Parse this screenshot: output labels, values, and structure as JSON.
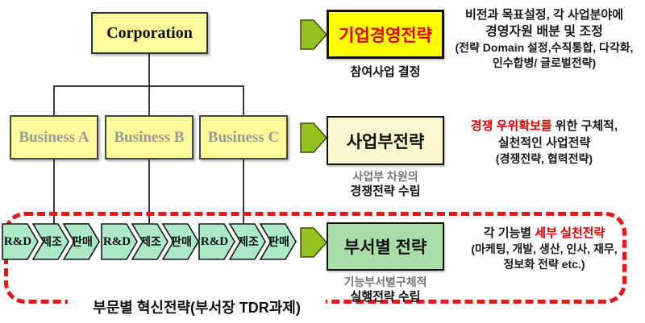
{
  "colors": {
    "bright_yellow": "#FFFF00",
    "light_yellow": "#FAFA9B",
    "pale_yellow": "#FBF7CE",
    "light_green": "#A8DFA8",
    "mint_green": "#ACE9C6",
    "arrow_green": "#96C11E",
    "accent_red": "#DE0000",
    "dash_red": "#E01A1A",
    "accent_blue": "#1E6CBF",
    "gray_text": "#9A9A9A"
  },
  "org": {
    "corporation": "Corporation",
    "businesses": [
      "Business A",
      "Business B",
      "Business C"
    ]
  },
  "process": {
    "groups": [
      {
        "steps": [
          "R&D",
          "제조",
          "판매"
        ]
      },
      {
        "steps": [
          "R&D",
          "제조",
          "판매"
        ]
      },
      {
        "steps": [
          "R&D",
          "제조",
          "판매"
        ]
      }
    ]
  },
  "corporate_row": {
    "box_label": "기업경영전략",
    "caption": "참여사업 결정",
    "desc_line1": "비전과 목표설정, 각 사업분야에",
    "desc_line2": "경영자원 배분 및 조정",
    "desc_line3": "(전략 Domain 설정,수직통합, 다각화,",
    "desc_line4": "인수합병/ 글로벌전략)"
  },
  "division_row": {
    "box_label": "사업부전략",
    "caption_line1": "사업부 차원의",
    "caption_line2": "경쟁전략 수립",
    "desc_line1_red": "경쟁 우위확보를",
    "desc_line1_rest": " 위한 구체적,",
    "desc_line2": "실천적인 사업전략",
    "desc_line3": "(경쟁전략, 협력전략)"
  },
  "department_row": {
    "box_label": "부서별 전략",
    "caption_line1": "기능부서별구체적",
    "caption_line2": "실행전략 수립",
    "desc_line1_black": "각 기능별 ",
    "desc_line1_red": "세부 실천전략",
    "desc_line2": "(마케팅, 개발, 생산, 인사, 재무,",
    "desc_line3": "정보화 전략 etc.)"
  },
  "footer": {
    "label": "부문별 혁신전략(부서장 TDR과제)"
  }
}
